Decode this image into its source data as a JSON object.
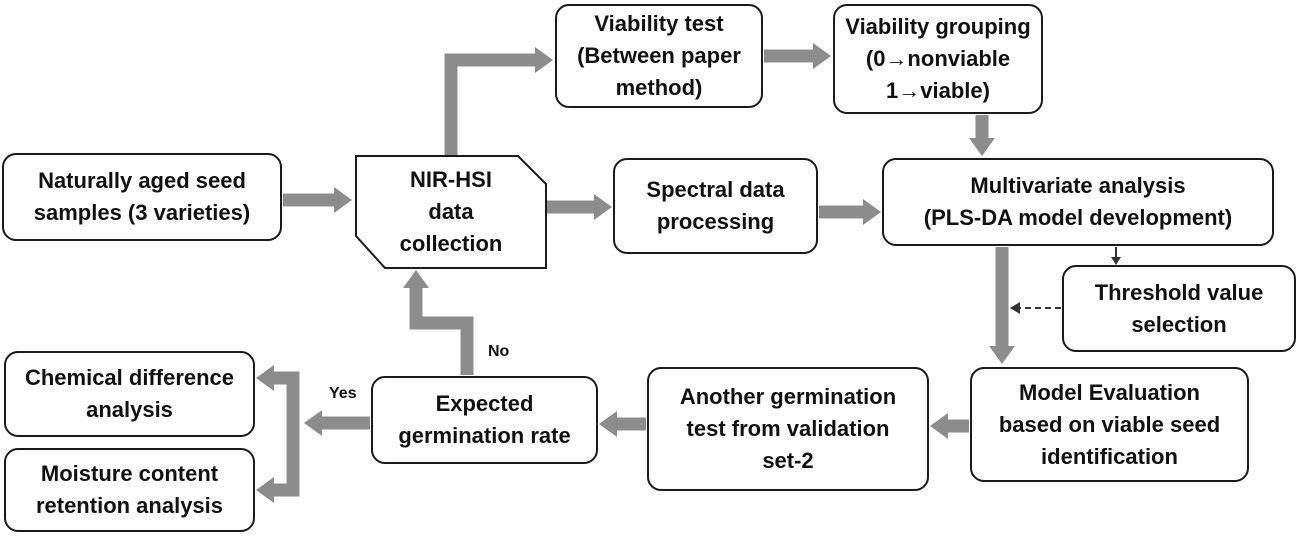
{
  "colors": {
    "arrow": "#8c8c8c",
    "border": "#1a1a1a",
    "text": "#111111",
    "background": "#ffffff"
  },
  "nodes": {
    "seed_samples": [
      "Naturally aged seed",
      "samples (3 varieties)"
    ],
    "nir_hsi": [
      "NIR-HSI",
      "data",
      "collection"
    ],
    "viability_test": [
      "Viability test",
      "(Between paper",
      "method)"
    ],
    "viability_grouping": [
      "Viability grouping",
      "(0→nonviable",
      "1→viable)"
    ],
    "spectral_processing": [
      "Spectral data",
      "processing"
    ],
    "multivariate": [
      "Multivariate analysis",
      "(PLS-DA model development)"
    ],
    "threshold": [
      "Threshold value",
      "selection"
    ],
    "model_evaluation": [
      "Model Evaluation",
      "based on viable seed",
      "identification"
    ],
    "germination_test": [
      "Another germination",
      "test from validation",
      "set-2"
    ],
    "expected_rate": [
      "Expected",
      "germination rate"
    ],
    "chemical": [
      "Chemical difference",
      "analysis"
    ],
    "moisture": [
      "Moisture content",
      "retention analysis"
    ]
  },
  "edge_labels": {
    "no": "No",
    "yes": "Yes"
  }
}
